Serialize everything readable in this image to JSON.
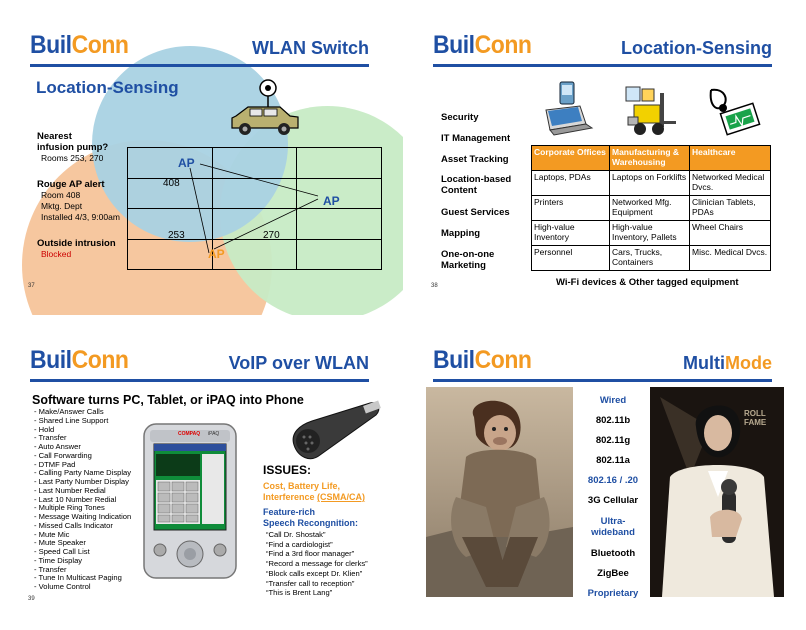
{
  "brand": {
    "part1": "Buil",
    "part2": "Conn",
    "color_blue": "#1f4fa3",
    "color_orange": "#f39a22"
  },
  "slide37": {
    "title": "WLAN Switch",
    "heading": "Location-Sensing",
    "page": "37",
    "nearest": {
      "label1": "Nearest",
      "label2": "infusion pump?",
      "detail": "Rooms 253, 270"
    },
    "rouge": {
      "label": "Rouge AP alert",
      "lines": [
        "Room 408",
        "Mktg. Dept",
        "Installed 4/3, 9:00am"
      ]
    },
    "intrusion": {
      "label": "Outside intrusion",
      "status": "Blocked"
    },
    "rooms": {
      "r408": "408",
      "r253": "253",
      "r270": "270"
    },
    "ap_label": "AP"
  },
  "slide38": {
    "title": "Location-Sensing",
    "page": "38",
    "categories": [
      "Security",
      "IT Management",
      "Asset Tracking",
      "Location-based",
      "Content",
      "Guest Services",
      "Mapping",
      "One-on-one",
      "Marketing"
    ],
    "table": {
      "headers": [
        "Corporate Offices",
        "Manufacturing & Warehousing",
        "Healthcare"
      ],
      "rows": [
        [
          "Laptops, PDAs",
          "Laptops on Forklifts",
          "Networked Medical Dvcs."
        ],
        [
          "Printers",
          "Networked Mfg. Equipment",
          "Clinician Tablets, PDAs"
        ],
        [
          "High-value Inventory",
          "High-value Inventory, Pallets",
          "Wheel Chairs"
        ],
        [
          "Personnel",
          "Cars, Trucks, Containers",
          "Misc. Medical Dvcs."
        ]
      ]
    },
    "caption": "Wi-Fi devices & Other tagged equipment"
  },
  "slide39": {
    "title": "VoIP over WLAN",
    "page": "39",
    "heading": "Software turns PC, Tablet, or iPAQ into Phone",
    "features": [
      "- Make/Answer Calls",
      "- Shared Line Support",
      "- Hold",
      "- Transfer",
      "- Auto Answer",
      "- Call Forwarding",
      "- DTMF Pad",
      "- Calling Party Name Display",
      "- Last Party Number Display",
      "- Last Number Redial",
      "- Last 10 Number Redial",
      "- Multiple Ring Tones",
      "- Message Waiting Indication",
      "- Missed Calls Indicator",
      "- Mute Mic",
      "- Mute Speaker",
      "- Speed Call List",
      "- Time Display",
      "- Transfer",
      "- Tune In Multicast Paging",
      "- Volume Control"
    ],
    "issues": "ISSUES:",
    "cost1": "Cost, Battery Life,",
    "cost2": "Interference ",
    "cost_link": "(CSMA/CA)",
    "feat1": "Feature-rich",
    "feat2": "Speech Recongnition:",
    "quotes": [
      "“Call Dr. Shostak”",
      "“Find a cardiologist”",
      "“Find a 3rd floor manager”",
      "“Record a message for clerks”",
      "“Block calls except Dr. Klien”",
      "“Transfer call to reception”",
      "“This is Brent Lang”"
    ],
    "device_brand": "COMPAQ",
    "device_model": "iPAQ"
  },
  "slide40": {
    "title_part1": "Multi",
    "title_part2": "Mode",
    "modes": [
      {
        "label": "Wired",
        "color": "blue"
      },
      {
        "label": "802.11b",
        "color": "black"
      },
      {
        "label": "802.11g",
        "color": "black"
      },
      {
        "label": "802.11a",
        "color": "black"
      },
      {
        "label": "802.16 / .20",
        "color": "blue"
      },
      {
        "label": "3G Cellular",
        "color": "black"
      },
      {
        "label": "Ultra-",
        "color": "blue"
      },
      {
        "label": "wideband",
        "color": "blue"
      },
      {
        "label": "Bluetooth",
        "color": "black"
      },
      {
        "label": "ZigBee",
        "color": "black"
      },
      {
        "label": "Proprietary",
        "color": "blue"
      }
    ],
    "photo_text": "ROLL FAME"
  }
}
